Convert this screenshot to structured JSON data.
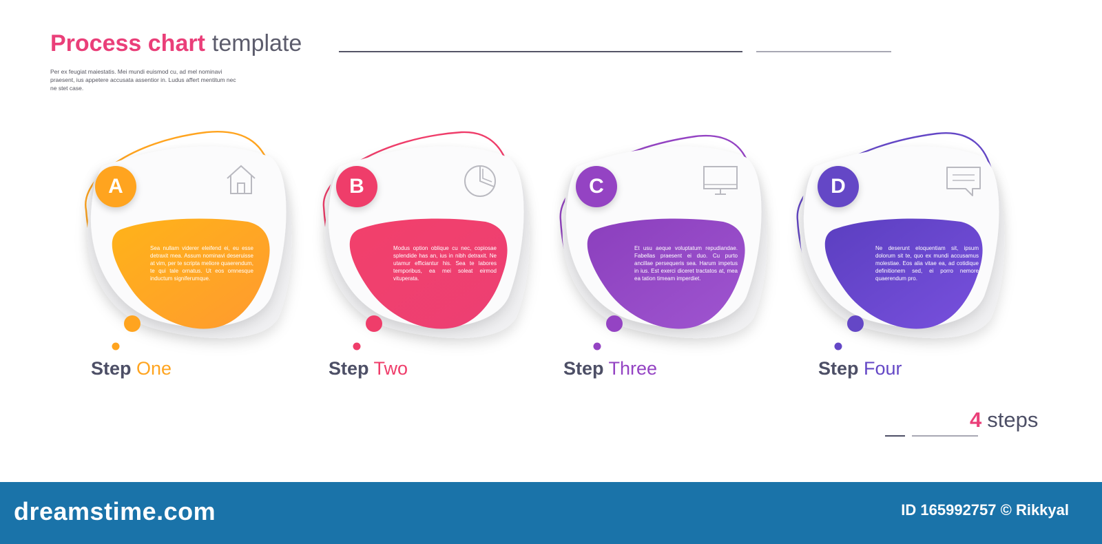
{
  "header": {
    "title_bold": "Process chart",
    "title_light": "template",
    "subtitle": "Per ex feugiat maiestatis. Mei mundi euismod cu, ad mel nominavi praesent, ius appetere accusata assentior in. Ludus affert mentitum nec ne stet case."
  },
  "steps": [
    {
      "letter": "A",
      "word": "Step",
      "name": "One",
      "icon": "home-icon",
      "color": "#ffa41f",
      "text": "Sea nullam viderer eleifend ei, eu esse detraxit mea. Assum nominavi deseruisse at vim, per te scripta meliore quaerendum, te qui tale ornatus. Ut eos omnesque inductum signiferumque."
    },
    {
      "letter": "B",
      "word": "Step",
      "name": "Two",
      "icon": "pie-chart-icon",
      "color": "#ef3d6a",
      "text": "Modus option oblique cu nec, copiosae splendide has an, ius in nibh detraxit. Ne utamur efficiantur his. Sea te labores temporibus, ea mei soleat eirmod vituperata."
    },
    {
      "letter": "C",
      "word": "Step",
      "name": "Three",
      "icon": "monitor-icon",
      "color": "#9443c3",
      "text": "Et usu aeque voluptatum repudiandae. Fabellas praesent ei duo. Cu purto ancillae persequeris sea. Harum impetus in ius. Est exerci diceret tractatos at, mea ea tation timeam imperdiet."
    },
    {
      "letter": "D",
      "word": "Step",
      "name": "Four",
      "icon": "chat-icon",
      "color": "#6447c6",
      "text": "Ne deserunt eloquentiam sit, ipsum dolorum sit te, quo ex mundi accusamus molestiae. Eos alia vitae ea, ad cotidique definitionem sed, ei porro nemore quaerendum pro."
    }
  ],
  "footer": {
    "count": "4",
    "word": "steps"
  },
  "watermark": {
    "brand": "dreamstime.com",
    "id": "ID 165992757 © Rikkyal"
  },
  "colors": {
    "pink": "#ea3f79",
    "dark": "#4d4f66",
    "bar": "#1a73a9"
  }
}
